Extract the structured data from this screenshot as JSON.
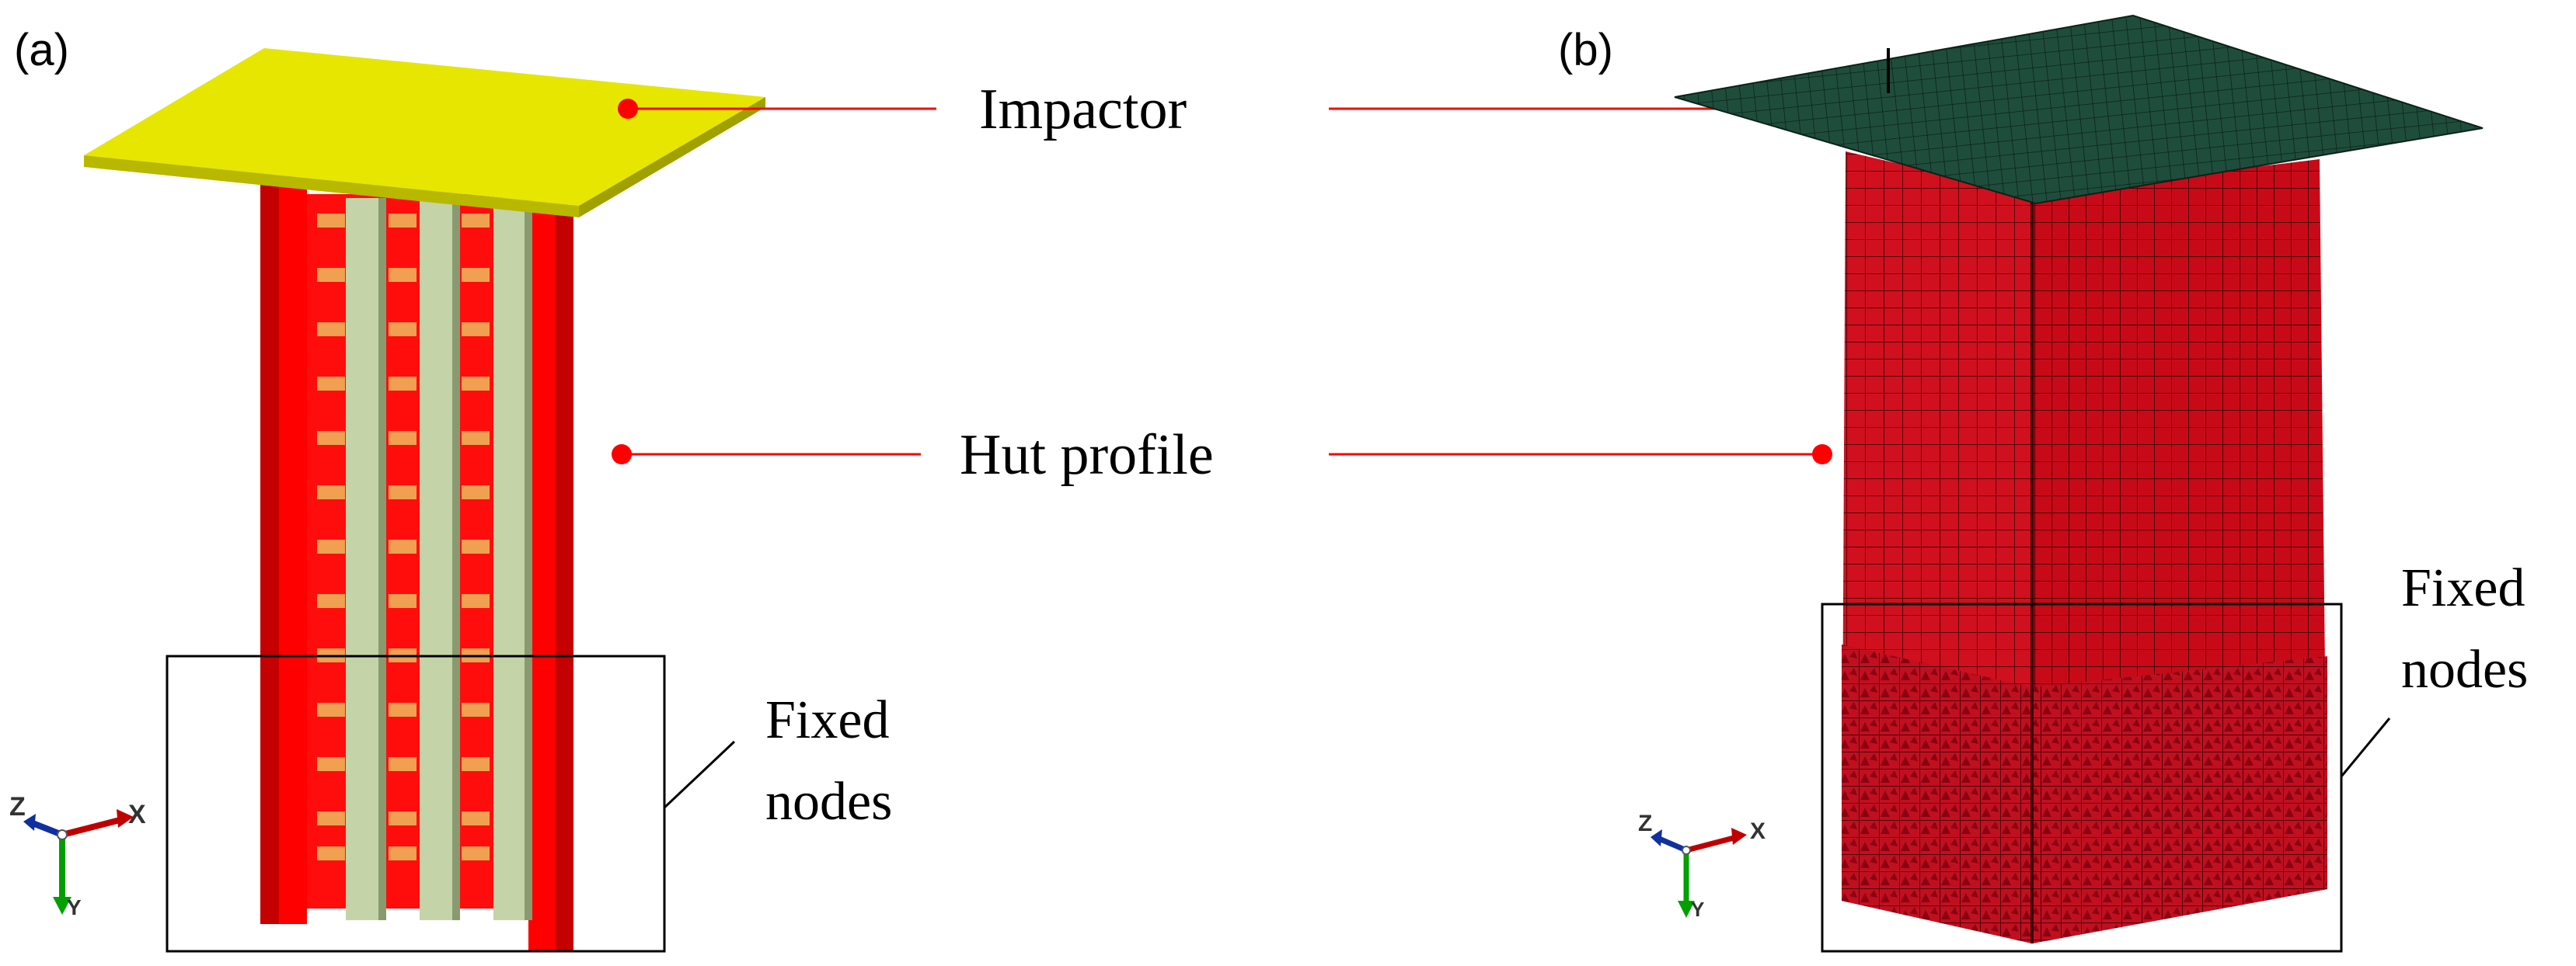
{
  "panels": [
    {
      "label": "(a)"
    },
    {
      "label": "(b)"
    }
  ],
  "annotations": {
    "impactor": "Impactor",
    "hut_profile": "Hut profile",
    "fixed_line1": "Fixed",
    "fixed_line2": "nodes"
  },
  "axes": {
    "x": "X",
    "y": "Y",
    "z": "Z"
  },
  "colors": {
    "impactor_a": "#e6e600",
    "impactor_b": "#1f4d3c",
    "profile_red": "#ff0000",
    "profile_dark_red": "#c40000",
    "stiffener_green": "#c4d4a8",
    "clip_orange": "#f0a050",
    "mesh_red": "#d0101e",
    "leader_line": "#ff0000",
    "axis_x": "#c00000",
    "axis_y": "#00a000",
    "axis_z": "#1030a0"
  },
  "icons": [
    "axis-triad-icon",
    "leader-dot-icon"
  ]
}
